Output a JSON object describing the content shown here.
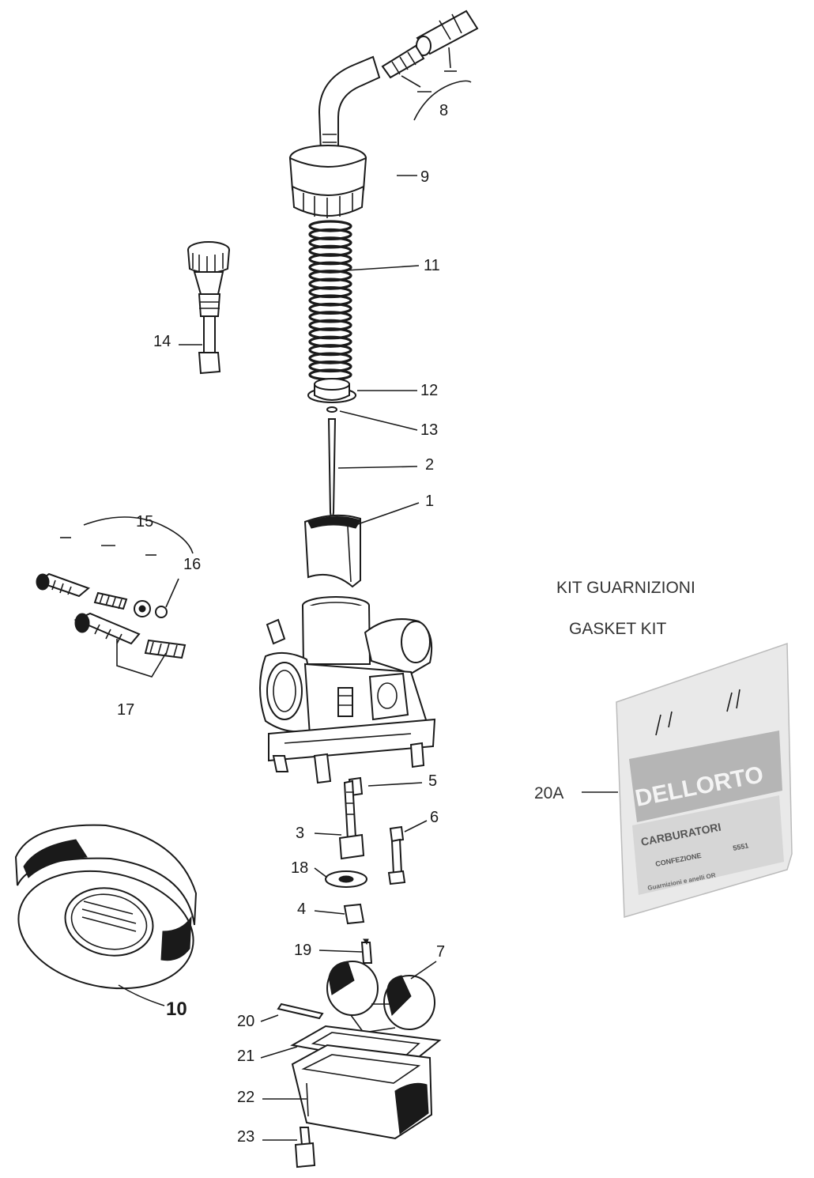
{
  "kit": {
    "title_it": "KIT GUARNIZIONI",
    "title_en": "GASKET KIT",
    "part_label": "20A",
    "bag_brand": "DELLORTO",
    "bag_line1": "CARBURATORI",
    "bag_line2": "CONFEZIONE",
    "bag_code": "5551",
    "bag_line3": "Guarnizioni e anelli OR"
  },
  "labels": {
    "p1": "1",
    "p2": "2",
    "p3": "3",
    "p4": "4",
    "p5": "5",
    "p6": "6",
    "p7": "7",
    "p8": "8",
    "p9": "9",
    "p10": "10",
    "p11": "11",
    "p12": "12",
    "p13": "13",
    "p14": "14",
    "p15": "15",
    "p16": "16",
    "p17": "17",
    "p18": "18",
    "p19": "19",
    "p20": "20",
    "p21": "21",
    "p22": "22",
    "p23": "23"
  },
  "colors": {
    "ink": "#1a1a1a",
    "bag": "#e9e9e9",
    "bag_band": "#b5b5b5"
  }
}
